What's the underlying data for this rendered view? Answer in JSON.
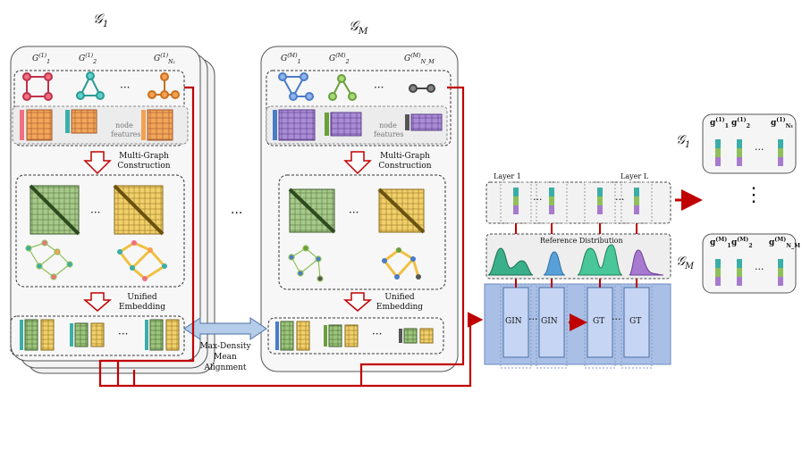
{
  "domain": "Diagram",
  "group1": {
    "title": "𝒢",
    "title_sub": "1",
    "graph_labels": [
      {
        "base": "G",
        "sup": "(1)",
        "sub": "1"
      },
      {
        "base": "G",
        "sup": "(1)",
        "sub": "2"
      },
      {
        "base": "G",
        "sup": "(1)",
        "sub": "N₁"
      }
    ],
    "ellipsis": "···",
    "node_features": "node\nfeatures",
    "multi_graph": "Multi-Graph\nConstruction",
    "unified": "Unified\nEmbedding"
  },
  "groupM": {
    "title": "𝒢",
    "title_sub": "M",
    "graph_labels": [
      {
        "base": "G",
        "sup": "(M)",
        "sub": "1"
      },
      {
        "base": "G",
        "sup": "(M)",
        "sub": "2"
      },
      {
        "base": "G",
        "sup": "(M)",
        "sub": "N_M"
      }
    ],
    "ellipsis": "···",
    "node_features": "node\nfeatures",
    "multi_graph": "Multi-Graph\nConstruction",
    "unified": "Unified\nEmbedding"
  },
  "between_ellipsis": "···",
  "alignment": "Max-Density\nMean\nAlignment",
  "encoder": {
    "layer_first": "Layer 1",
    "layer_last": "Layer L",
    "reference_distribution": "Reference Distribution",
    "blocks": [
      "GIN",
      "GIN",
      "GT",
      "GT"
    ],
    "dots": "···"
  },
  "outputs": {
    "g1_title": "𝒢",
    "g1_sub": "1",
    "gM_title": "𝒢",
    "gM_sub": "M",
    "vertical_dots": "⋮",
    "g1_items": [
      {
        "base": "g",
        "sup": "(1)",
        "sub": "1"
      },
      {
        "base": "g",
        "sup": "(1)",
        "sub": "2"
      },
      {
        "base": "g",
        "sup": "(1)",
        "sub": "N₁"
      }
    ],
    "gM_items": [
      {
        "base": "g",
        "sup": "(M)",
        "sub": "1"
      },
      {
        "base": "g",
        "sup": "(M)",
        "sub": "2"
      },
      {
        "base": "g",
        "sup": "(M)",
        "sub": "N_M"
      }
    ],
    "item_ellipsis": "···"
  },
  "colors": {
    "red": "#c00000",
    "orange": "#f2a65a",
    "green": "#8fbf5a",
    "purple": "#8e6bbf",
    "blue": "#4a7cc7",
    "yellow": "#f0c040",
    "encoder_bg": "#a9bfe6",
    "teal": "#3aaea8",
    "pink": "#e06a8a"
  }
}
